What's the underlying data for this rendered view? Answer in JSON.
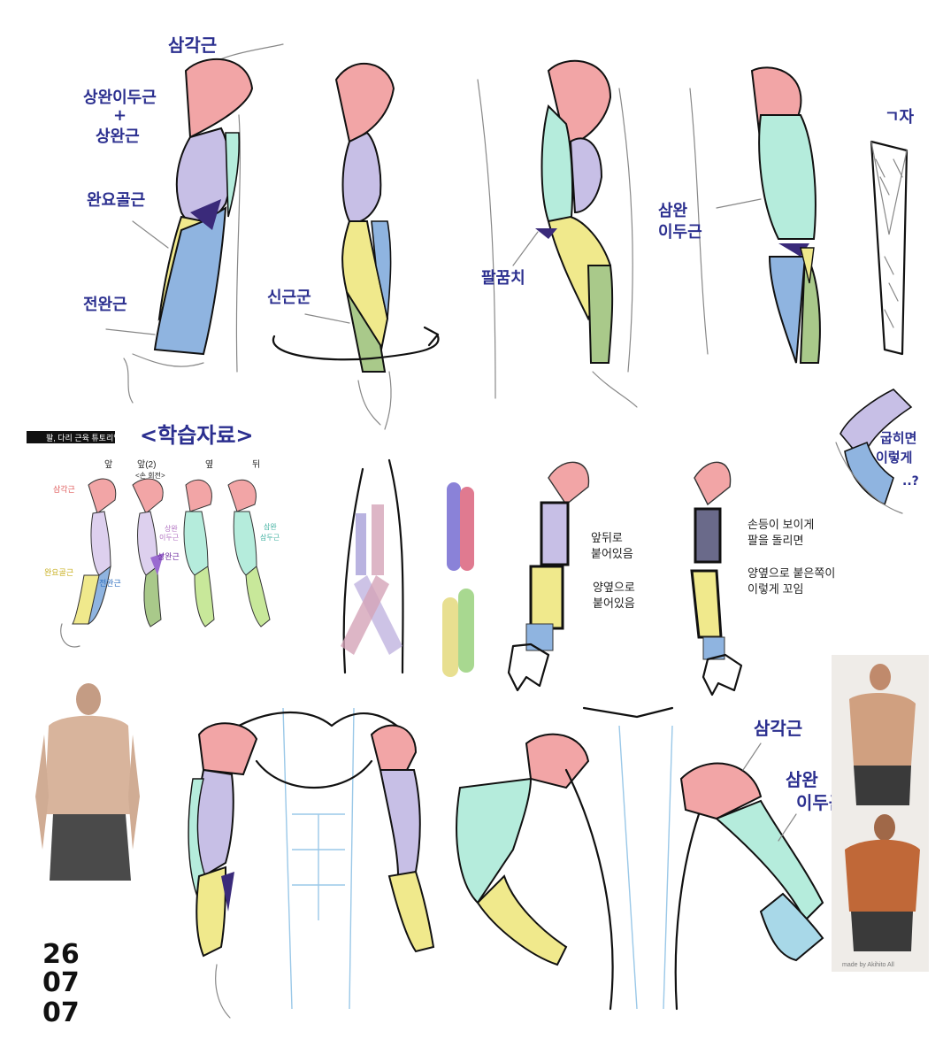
{
  "colors": {
    "deltoid": "#f2a5a6",
    "biceps": "#c7bfe6",
    "triceps": "#b5ecdc",
    "brachioradialis": "#f0e98c",
    "forearm": "#8fb4e0",
    "extensor": "#a9c98a",
    "ink": "#2b2f8f",
    "dark": "#3a2a7a"
  },
  "arm_labels": {
    "deltoid": "삼각근",
    "biceps_plus_brachialis_line1": "상완이두근",
    "plus_sign": "+",
    "biceps_plus_brachialis_line2": "상완근",
    "brachioradialis": "완요골근",
    "forearm": "전완근",
    "extensor": "신근군",
    "elbow": "팔꿈치",
    "triceps_line1": "삼완",
    "triceps_line2": "이두근",
    "v_shape": "ㄱ자",
    "bend_note_line1": "굽히면",
    "bend_note_line2": "이렇게",
    "bend_note_line3": "..?"
  },
  "reference": {
    "header": "팔, 다리 근육 튜토리얼",
    "study_title": "<학습자료>",
    "view_labels": [
      "앞",
      "앞(2)",
      "옆",
      "뒤"
    ],
    "subview": "<손 회전>",
    "labels": {
      "deltoid": "삼각근",
      "brachioradialis": "완요골근",
      "forearm": "전완근",
      "triceps_line1": "상완",
      "triceps_line2": "이두근",
      "brachialis": "상완근",
      "back_triceps_line1": "삼완",
      "back_triceps_line2": "삼두근"
    }
  },
  "notes": {
    "front_back_line1": "앞뒤로",
    "front_back_line2": "붙어있음",
    "sides_line1": "양옆으로",
    "sides_line2": "붙어있음",
    "rotate_line1": "손등이 보이게",
    "rotate_line2": "팔을 돌리면",
    "twist_line1": "양옆으로 붙은쪽이",
    "twist_line2": "이렇게 꼬임"
  },
  "torso_labels": {
    "deltoid": "삼각근",
    "triceps_line1": "삼완",
    "triceps_line2": "이두근"
  },
  "date": {
    "line1": "26",
    "line2": "07",
    "line3": "07"
  },
  "photo_credit": "made by Akihito All"
}
